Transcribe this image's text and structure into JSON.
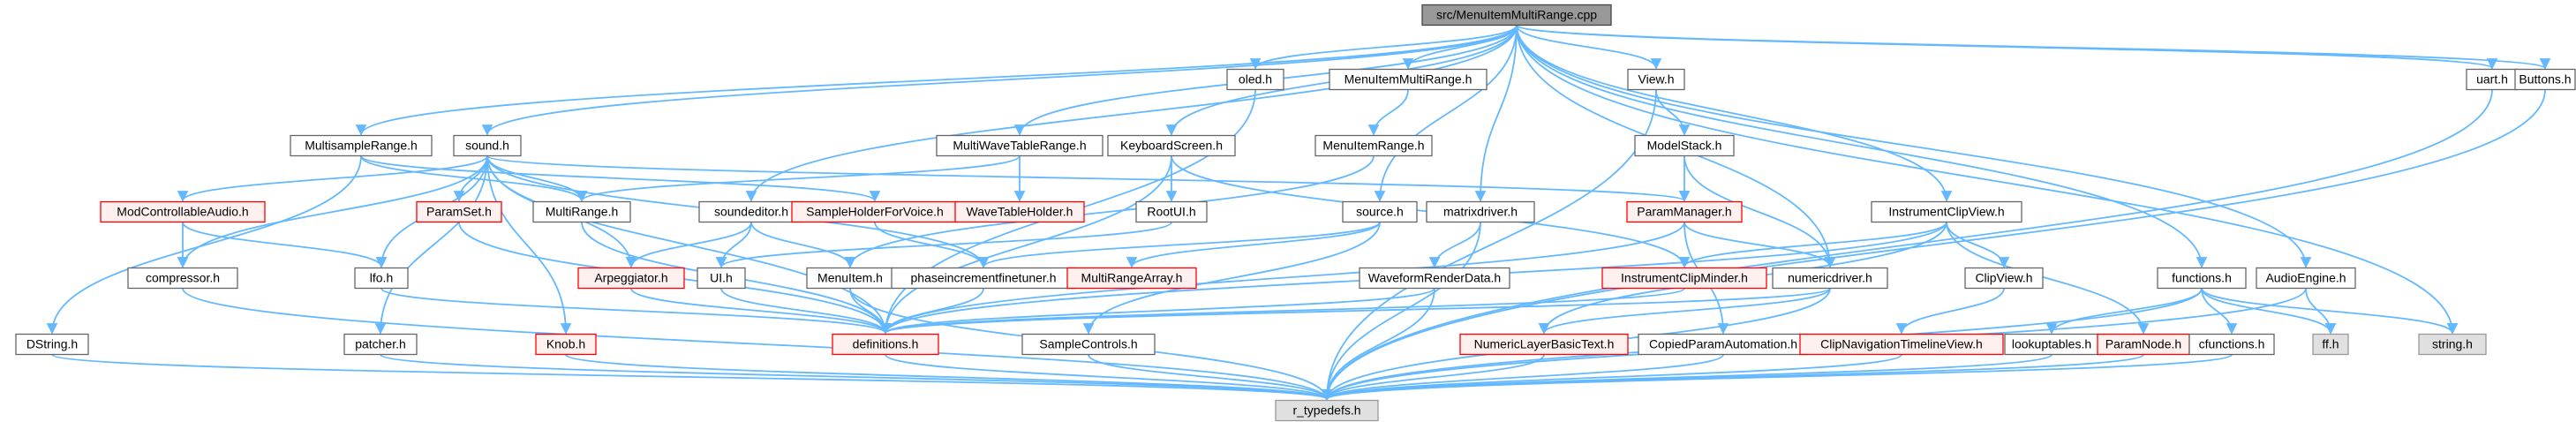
{
  "colors": {
    "edge": "#63b8ff",
    "normal_border": "#666666",
    "normal_fill": "#ffffff",
    "broken_border": "#ff0000",
    "broken_fill": "#fff0f0",
    "root_fill": "#999999",
    "root_border": "#444444",
    "system_fill": "#e0e0e0",
    "system_border": "#999999",
    "text": "#000000"
  },
  "graph": {
    "nodes": [
      {
        "id": "root",
        "label": "src/MenuItemMultiRange.cpp",
        "kind": "root"
      },
      {
        "id": "oled",
        "label": "oled.h",
        "kind": "normal"
      },
      {
        "id": "menuitemmultirange",
        "label": "MenuItemMultiRange.h",
        "kind": "normal"
      },
      {
        "id": "view",
        "label": "View.h",
        "kind": "normal"
      },
      {
        "id": "uart",
        "label": "uart.h",
        "kind": "normal"
      },
      {
        "id": "buttons",
        "label": "Buttons.h",
        "kind": "normal"
      },
      {
        "id": "multisamplerange",
        "label": "MultisampleRange.h",
        "kind": "normal"
      },
      {
        "id": "sound",
        "label": "sound.h",
        "kind": "normal"
      },
      {
        "id": "multiwavetablerange",
        "label": "MultiWaveTableRange.h",
        "kind": "normal"
      },
      {
        "id": "keyboardscreen",
        "label": "KeyboardScreen.h",
        "kind": "normal"
      },
      {
        "id": "menuitemrange",
        "label": "MenuItemRange.h",
        "kind": "normal"
      },
      {
        "id": "modelstack",
        "label": "ModelStack.h",
        "kind": "normal"
      },
      {
        "id": "modcontrollableaudio",
        "label": "ModControllableAudio.h",
        "kind": "broken"
      },
      {
        "id": "paramset",
        "label": "ParamSet.h",
        "kind": "broken"
      },
      {
        "id": "multirange",
        "label": "MultiRange.h",
        "kind": "normal"
      },
      {
        "id": "soundeditor",
        "label": "soundeditor.h",
        "kind": "normal"
      },
      {
        "id": "sampleholderforvoice",
        "label": "SampleHolderForVoice.h",
        "kind": "broken"
      },
      {
        "id": "wavetableholder",
        "label": "WaveTableHolder.h",
        "kind": "broken"
      },
      {
        "id": "rootui",
        "label": "RootUI.h",
        "kind": "normal"
      },
      {
        "id": "source",
        "label": "source.h",
        "kind": "normal"
      },
      {
        "id": "matrixdriver",
        "label": "matrixdriver.h",
        "kind": "normal"
      },
      {
        "id": "parammanager",
        "label": "ParamManager.h",
        "kind": "broken"
      },
      {
        "id": "instrumentclipview",
        "label": "InstrumentClipView.h",
        "kind": "normal"
      },
      {
        "id": "compressor",
        "label": "compressor.h",
        "kind": "normal"
      },
      {
        "id": "lfo",
        "label": "lfo.h",
        "kind": "normal"
      },
      {
        "id": "arpeggiator",
        "label": "Arpeggiator.h",
        "kind": "broken"
      },
      {
        "id": "ui",
        "label": "UI.h",
        "kind": "normal"
      },
      {
        "id": "menuitem",
        "label": "MenuItem.h",
        "kind": "normal"
      },
      {
        "id": "phaseincrementfinetuner",
        "label": "phaseincrementfinetuner.h",
        "kind": "normal"
      },
      {
        "id": "multirangearray",
        "label": "MultiRangeArray.h",
        "kind": "broken"
      },
      {
        "id": "waveformrenderdata",
        "label": "WaveformRenderData.h",
        "kind": "normal"
      },
      {
        "id": "instrumentclipminder",
        "label": "InstrumentClipMinder.h",
        "kind": "broken"
      },
      {
        "id": "numericdriver",
        "label": "numericdriver.h",
        "kind": "normal"
      },
      {
        "id": "clipview",
        "label": "ClipView.h",
        "kind": "normal"
      },
      {
        "id": "functions",
        "label": "functions.h",
        "kind": "normal"
      },
      {
        "id": "audioengine",
        "label": "AudioEngine.h",
        "kind": "normal"
      },
      {
        "id": "dstring",
        "label": "DString.h",
        "kind": "normal"
      },
      {
        "id": "patcher",
        "label": "patcher.h",
        "kind": "normal"
      },
      {
        "id": "knob",
        "label": "Knob.h",
        "kind": "broken"
      },
      {
        "id": "definitions",
        "label": "definitions.h",
        "kind": "broken"
      },
      {
        "id": "samplecontrols",
        "label": "SampleControls.h",
        "kind": "normal"
      },
      {
        "id": "numericlayerbasictext",
        "label": "NumericLayerBasicText.h",
        "kind": "broken"
      },
      {
        "id": "copiedparamautomation",
        "label": "CopiedParamAutomation.h",
        "kind": "normal"
      },
      {
        "id": "clipnavigationtimelineview",
        "label": "ClipNavigationTimelineView.h",
        "kind": "broken"
      },
      {
        "id": "lookuptables",
        "label": "lookuptables.h",
        "kind": "normal"
      },
      {
        "id": "paramnode",
        "label": "ParamNode.h",
        "kind": "broken"
      },
      {
        "id": "cfunctions",
        "label": "cfunctions.h",
        "kind": "normal"
      },
      {
        "id": "ff",
        "label": "ff.h",
        "kind": "system"
      },
      {
        "id": "string",
        "label": "string.h",
        "kind": "system"
      },
      {
        "id": "r_typedefs",
        "label": "r_typedefs.h",
        "kind": "system"
      }
    ],
    "edges": [
      [
        "root",
        "oled"
      ],
      [
        "root",
        "menuitemmultirange"
      ],
      [
        "root",
        "view"
      ],
      [
        "root",
        "uart"
      ],
      [
        "root",
        "buttons"
      ],
      [
        "root",
        "multisamplerange"
      ],
      [
        "root",
        "sound"
      ],
      [
        "root",
        "multiwavetablerange"
      ],
      [
        "root",
        "keyboardscreen"
      ],
      [
        "root",
        "soundeditor"
      ],
      [
        "root",
        "source"
      ],
      [
        "root",
        "matrixdriver"
      ],
      [
        "root",
        "instrumentclipview"
      ],
      [
        "root",
        "numericdriver"
      ],
      [
        "root",
        "functions"
      ],
      [
        "root",
        "audioengine"
      ],
      [
        "root",
        "string"
      ],
      [
        "oled",
        "definitions"
      ],
      [
        "menuitemmultirange",
        "menuitemrange"
      ],
      [
        "menuitemrange",
        "menuitem"
      ],
      [
        "view",
        "modelstack"
      ],
      [
        "view",
        "r_typedefs"
      ],
      [
        "uart",
        "r_typedefs"
      ],
      [
        "buttons",
        "r_typedefs"
      ],
      [
        "multisamplerange",
        "multirange"
      ],
      [
        "multisamplerange",
        "sampleholderforvoice"
      ],
      [
        "multisamplerange",
        "dstring"
      ],
      [
        "sound",
        "modcontrollableaudio"
      ],
      [
        "sound",
        "paramset"
      ],
      [
        "sound",
        "multirange"
      ],
      [
        "sound",
        "arpeggiator"
      ],
      [
        "sound",
        "compressor"
      ],
      [
        "sound",
        "lfo"
      ],
      [
        "sound",
        "patcher"
      ],
      [
        "sound",
        "knob"
      ],
      [
        "sound",
        "definitions"
      ],
      [
        "sound",
        "parammanager"
      ],
      [
        "sound",
        "phaseincrementfinetuner"
      ],
      [
        "multiwavetablerange",
        "multirange"
      ],
      [
        "multiwavetablerange",
        "wavetableholder"
      ],
      [
        "keyboardscreen",
        "rootui"
      ],
      [
        "keyboardscreen",
        "instrumentclipminder"
      ],
      [
        "keyboardscreen",
        "definitions"
      ],
      [
        "modelstack",
        "parammanager"
      ],
      [
        "modelstack",
        "numericdriver"
      ],
      [
        "modcontrollableaudio",
        "compressor"
      ],
      [
        "modcontrollableaudio",
        "lfo"
      ],
      [
        "paramset",
        "definitions"
      ],
      [
        "multirange",
        "definitions"
      ],
      [
        "soundeditor",
        "arpeggiator"
      ],
      [
        "soundeditor",
        "ui"
      ],
      [
        "soundeditor",
        "menuitem"
      ],
      [
        "sampleholderforvoice",
        "phaseincrementfinetuner"
      ],
      [
        "rootui",
        "ui"
      ],
      [
        "source",
        "phaseincrementfinetuner"
      ],
      [
        "source",
        "multirangearray"
      ],
      [
        "source",
        "samplecontrols"
      ],
      [
        "matrixdriver",
        "waveformrenderdata"
      ],
      [
        "matrixdriver",
        "r_typedefs"
      ],
      [
        "parammanager",
        "numericdriver"
      ],
      [
        "parammanager",
        "definitions"
      ],
      [
        "parammanager",
        "copiedparamautomation"
      ],
      [
        "instrumentclipview",
        "instrumentclipminder"
      ],
      [
        "instrumentclipview",
        "clipview"
      ],
      [
        "instrumentclipview",
        "paramnode"
      ],
      [
        "instrumentclipview",
        "numericlayerbasictext"
      ],
      [
        "instrumentclipview",
        "definitions"
      ],
      [
        "compressor",
        "r_typedefs"
      ],
      [
        "lfo",
        "definitions"
      ],
      [
        "arpeggiator",
        "definitions"
      ],
      [
        "ui",
        "definitions"
      ],
      [
        "menuitem",
        "definitions"
      ],
      [
        "menuitem",
        "r_typedefs"
      ],
      [
        "phaseincrementfinetuner",
        "definitions"
      ],
      [
        "waveformrenderdata",
        "definitions"
      ],
      [
        "waveformrenderdata",
        "r_typedefs"
      ],
      [
        "instrumentclipminder",
        "definitions"
      ],
      [
        "numericdriver",
        "numericlayerbasictext"
      ],
      [
        "numericdriver",
        "definitions"
      ],
      [
        "numericdriver",
        "r_typedefs"
      ],
      [
        "clipview",
        "clipnavigationtimelineview"
      ],
      [
        "functions",
        "lookuptables"
      ],
      [
        "functions",
        "cfunctions"
      ],
      [
        "functions",
        "ff"
      ],
      [
        "functions",
        "string"
      ],
      [
        "functions",
        "r_typedefs"
      ],
      [
        "audioengine",
        "ff"
      ],
      [
        "audioengine",
        "r_typedefs"
      ],
      [
        "dstring",
        "r_typedefs"
      ],
      [
        "patcher",
        "r_typedefs"
      ],
      [
        "knob",
        "r_typedefs"
      ],
      [
        "definitions",
        "r_typedefs"
      ],
      [
        "samplecontrols",
        "r_typedefs"
      ],
      [
        "numericlayerbasictext",
        "r_typedefs"
      ],
      [
        "copiedparamautomation",
        "r_typedefs"
      ],
      [
        "clipnavigationtimelineview",
        "r_typedefs"
      ],
      [
        "lookuptables",
        "r_typedefs"
      ],
      [
        "paramnode",
        "r_typedefs"
      ],
      [
        "cfunctions",
        "r_typedefs"
      ]
    ]
  }
}
